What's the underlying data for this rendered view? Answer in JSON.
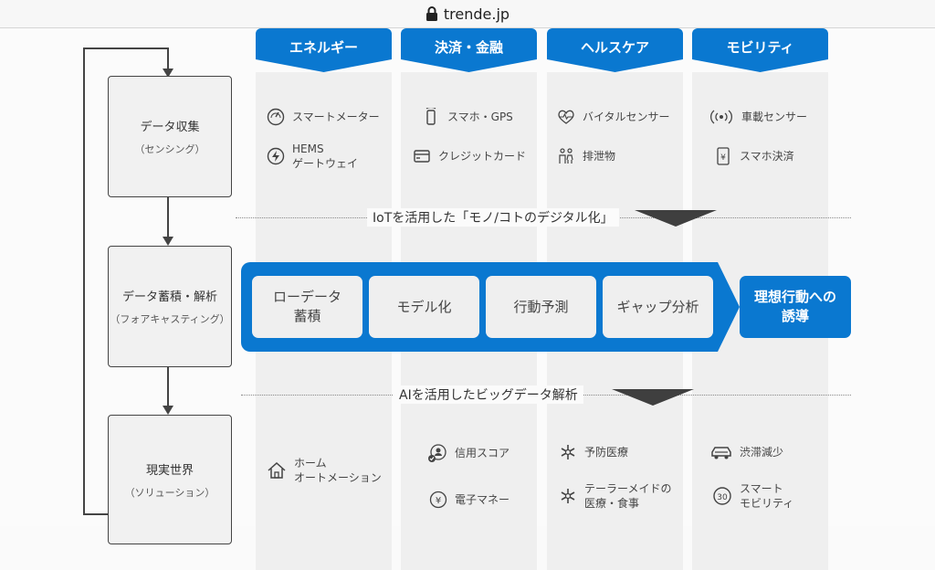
{
  "browser": {
    "url": "trende.jp"
  },
  "categories": [
    {
      "label": "エネルギー"
    },
    {
      "label": "決済・金融"
    },
    {
      "label": "ヘルスケア"
    },
    {
      "label": "モビリティ"
    }
  ],
  "stages": {
    "collection": {
      "title": "データ収集",
      "subtitle": "（センシング）"
    },
    "accumulation": {
      "title": "データ蓄積・解析",
      "subtitle": "（フォアキャスティング）"
    },
    "realworld": {
      "title": "現実世界",
      "subtitle": "（ソリューション）"
    }
  },
  "sensing_items": [
    {
      "icon": "gauge-icon",
      "label": "スマートメーター"
    },
    {
      "icon": "lightning-icon",
      "label": "HEMS\nゲートウェイ"
    },
    {
      "icon": "smartphone-icon",
      "label": "スマホ・GPS"
    },
    {
      "icon": "credit-card-icon",
      "label": "クレジットカード"
    },
    {
      "icon": "heart-pulse-icon",
      "label": "バイタルセンサー"
    },
    {
      "icon": "people-icon",
      "label": "排泄物"
    },
    {
      "icon": "signal-icon",
      "label": "車載センサー"
    },
    {
      "icon": "phone-yen-icon",
      "label": "スマホ決済"
    }
  ],
  "bands": {
    "iot": "IoTを活用した「モノ/コトのデジタル化」",
    "ai": "AIを活用したビッグデータ解析"
  },
  "pipeline": {
    "steps": [
      "ローデータ\n蓄積",
      "モデル化",
      "行動予測",
      "ギャップ分析"
    ],
    "goal": "理想行動への\n誘導"
  },
  "solution_items": [
    {
      "icon": "home-icon",
      "label": "ホーム\nオートメーション"
    },
    {
      "icon": "credit-score-icon",
      "label": "信用スコア"
    },
    {
      "icon": "yen-coin-icon",
      "label": "電子マネー"
    },
    {
      "icon": "medical-icon",
      "label": "予防医療"
    },
    {
      "icon": "medical-icon",
      "label": "テーラーメイドの\n医療・食事"
    },
    {
      "icon": "car-icon",
      "label": "渋滞減少"
    },
    {
      "icon": "speed-sign-icon",
      "label": "スマート\nモビリティ"
    }
  ],
  "speed_sign_text": "30",
  "colors": {
    "accent": "#0a78d0",
    "column": "#efefef",
    "arrow": "#3f3f3f"
  }
}
